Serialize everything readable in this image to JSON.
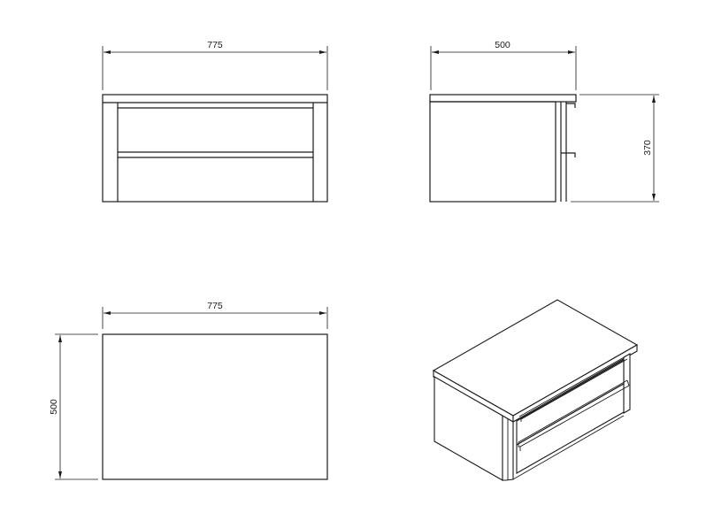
{
  "drawing": {
    "subject": "Two-drawer wall-hung cabinet",
    "units": "mm",
    "line_color": "#1a1a1a",
    "background": "#ffffff"
  },
  "views": {
    "front": {
      "name": "Front view",
      "width_label": "775"
    },
    "side": {
      "name": "Side view",
      "depth_label": "500",
      "height_label": "370"
    },
    "top": {
      "name": "Top view",
      "width_label": "775",
      "depth_label": "500"
    },
    "isometric": {
      "name": "Isometric view"
    }
  }
}
